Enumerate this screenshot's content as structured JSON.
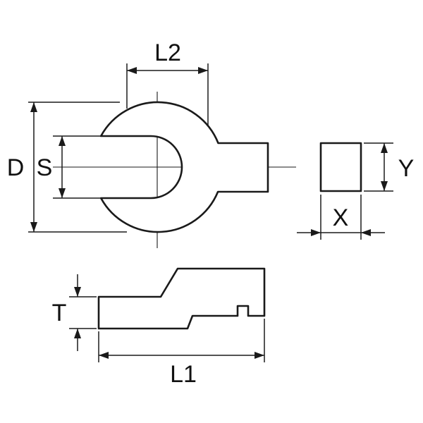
{
  "dimensions": {
    "l2": "L2",
    "d": "D",
    "s": "S",
    "y": "Y",
    "x": "X",
    "t": "T",
    "l1": "L1"
  },
  "colors": {
    "line": "#1a1a1a",
    "background": "#ffffff"
  }
}
